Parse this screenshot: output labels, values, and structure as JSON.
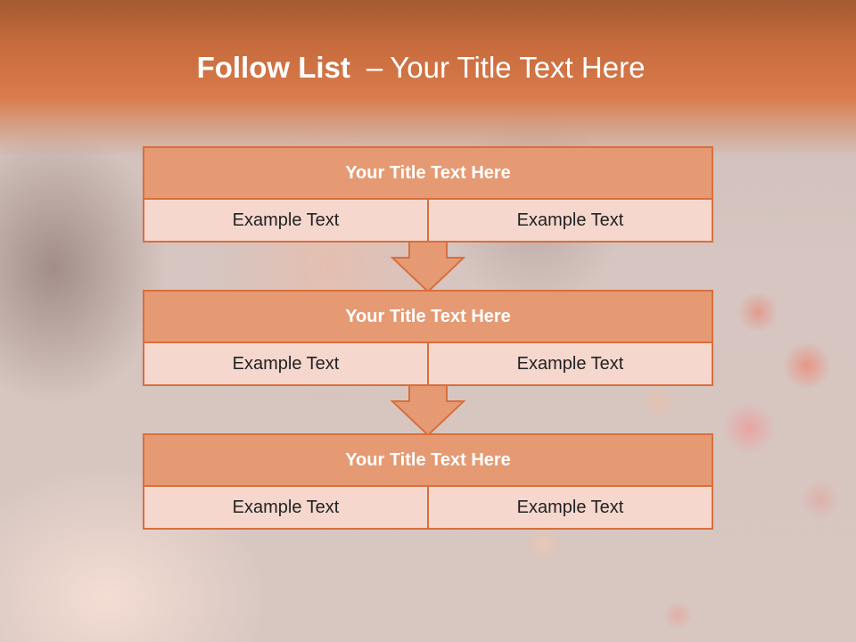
{
  "slide": {
    "title_bold": "Follow List",
    "title_separator": "–",
    "title_rest": "Your Title Text Here"
  },
  "blocks": [
    {
      "title": "Your Title Text Here",
      "cells": [
        "Example Text",
        "Example Text"
      ]
    },
    {
      "title": "Your Title Text Here",
      "cells": [
        "Example Text",
        "Example Text"
      ]
    },
    {
      "title": "Your Title Text Here",
      "cells": [
        "Example Text",
        "Example Text"
      ]
    }
  ],
  "colors": {
    "accent": "#d86f3c",
    "header_fill": "#e59a74",
    "cell_fill": "#f5d7ce",
    "title_band": "#d97b4b"
  },
  "icons": {
    "flow_arrow": "down-arrow-icon"
  }
}
